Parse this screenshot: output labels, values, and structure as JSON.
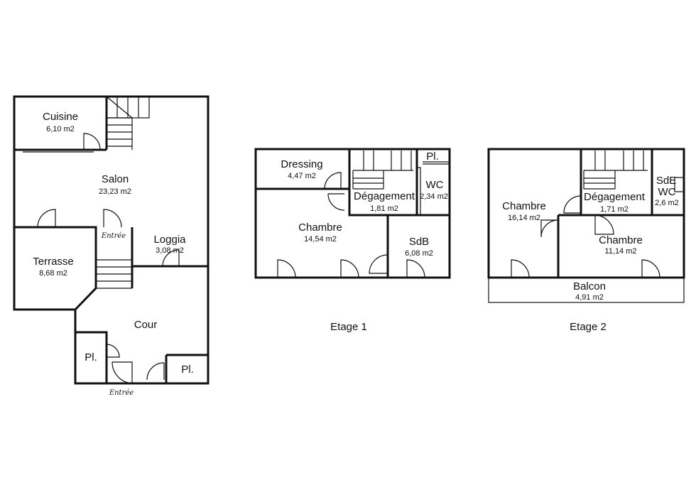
{
  "rdc": {
    "rooms": [
      {
        "name": "Cuisine",
        "area": "6,10 m2"
      },
      {
        "name": "Salon",
        "area": "23,23 m2"
      },
      {
        "name": "Loggia",
        "area": "3,08 m2"
      },
      {
        "name": "Terrasse",
        "area": "8,68 m2"
      },
      {
        "name": "Cour",
        "area": ""
      },
      {
        "name": "Pl.",
        "area": ""
      },
      {
        "name": "Pl.",
        "area": ""
      }
    ],
    "entree_inner": "Entrée",
    "entree_outer": "Entrée"
  },
  "etage1": {
    "label": "Etage 1",
    "rooms": [
      {
        "name": "Dressing",
        "area": "4,47 m2"
      },
      {
        "name": "Pl.",
        "area": ""
      },
      {
        "name": "WC",
        "area": "2,34 m2"
      },
      {
        "name": "Dégagement",
        "area": "1,81 m2"
      },
      {
        "name": "Chambre",
        "area": "14,54 m2"
      },
      {
        "name": "SdB",
        "area": "6,08 m2"
      }
    ]
  },
  "etage2": {
    "label": "Etage 2",
    "rooms": [
      {
        "name": "Chambre",
        "area": "16,14 m2"
      },
      {
        "name": "Dégagement",
        "area": "1,71 m2"
      },
      {
        "name": "SdE",
        "area": ""
      },
      {
        "name": "WC",
        "area": "2,6 m2"
      },
      {
        "name": "Chambre",
        "area": "11,14 m2"
      },
      {
        "name": "Balcon",
        "area": "4,91 m2"
      }
    ]
  }
}
